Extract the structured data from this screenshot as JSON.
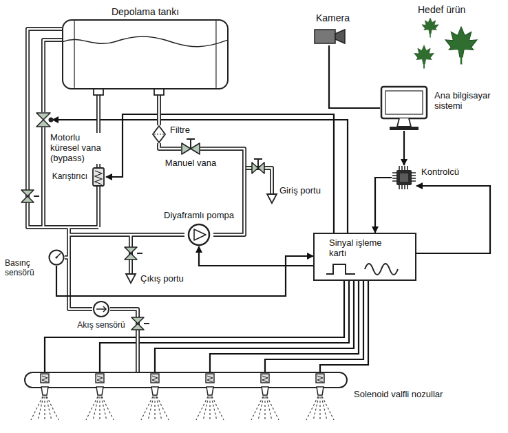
{
  "diagram": {
    "nodes": [
      {
        "text": [
          "Depolama tankı"
        ]
      },
      {
        "text": [
          "Kamera"
        ]
      },
      {
        "text": [
          "Ana bilgisayar sistemi"
        ]
      },
      {
        "text": [
          "Kontrolcü"
        ]
      },
      {
        "text": [
          "Sinyal işleme kartı"
        ]
      },
      {
        "text": [
          "Motorlu küresel vana (bypass)"
        ]
      },
      {
        "text": [
          "Filtre"
        ]
      },
      {
        "text": [
          "Manuel vana"
        ]
      },
      {
        "text": [
          "Karıştırıcı"
        ]
      },
      {
        "text": [
          "Diyaframlı pompa"
        ]
      },
      {
        "text": [
          "Basınç sensörü"
        ]
      },
      {
        "text": [
          "Akış sensörü"
        ]
      },
      {
        "text": [
          "Solenoid valfli nozullar"
        ]
      }
    ],
    "edges": [
      {
        "from": 1,
        "to": 2,
        "arrow": "none"
      },
      {
        "from": 2,
        "to": 3,
        "arrow": "to"
      },
      {
        "from": 3,
        "to": 4,
        "arrow": "to"
      },
      {
        "from": 4,
        "to": 3,
        "arrow": "to"
      },
      {
        "from": 4,
        "to": 5,
        "arrow": "to"
      },
      {
        "from": 4,
        "to": 8,
        "arrow": "to"
      },
      {
        "from": 4,
        "to": 9,
        "arrow": "to"
      },
      {
        "from": 10,
        "to": 4,
        "arrow": "to"
      },
      {
        "from": 4,
        "to": 12,
        "arrow": "none"
      },
      {
        "from": 0,
        "to": 6,
        "arrow": "none"
      },
      {
        "from": 6,
        "to": 7,
        "arrow": "none"
      },
      {
        "from": 7,
        "to": 9,
        "arrow": "none"
      },
      {
        "from": 0,
        "to": 8,
        "arrow": "none"
      },
      {
        "from": 0,
        "to": 5,
        "arrow": "none"
      },
      {
        "from": 11,
        "to": 12,
        "arrow": "none"
      }
    ],
    "labels": [
      "Hedef ürün",
      "Giriş portu",
      "Çıkış portu"
    ]
  }
}
